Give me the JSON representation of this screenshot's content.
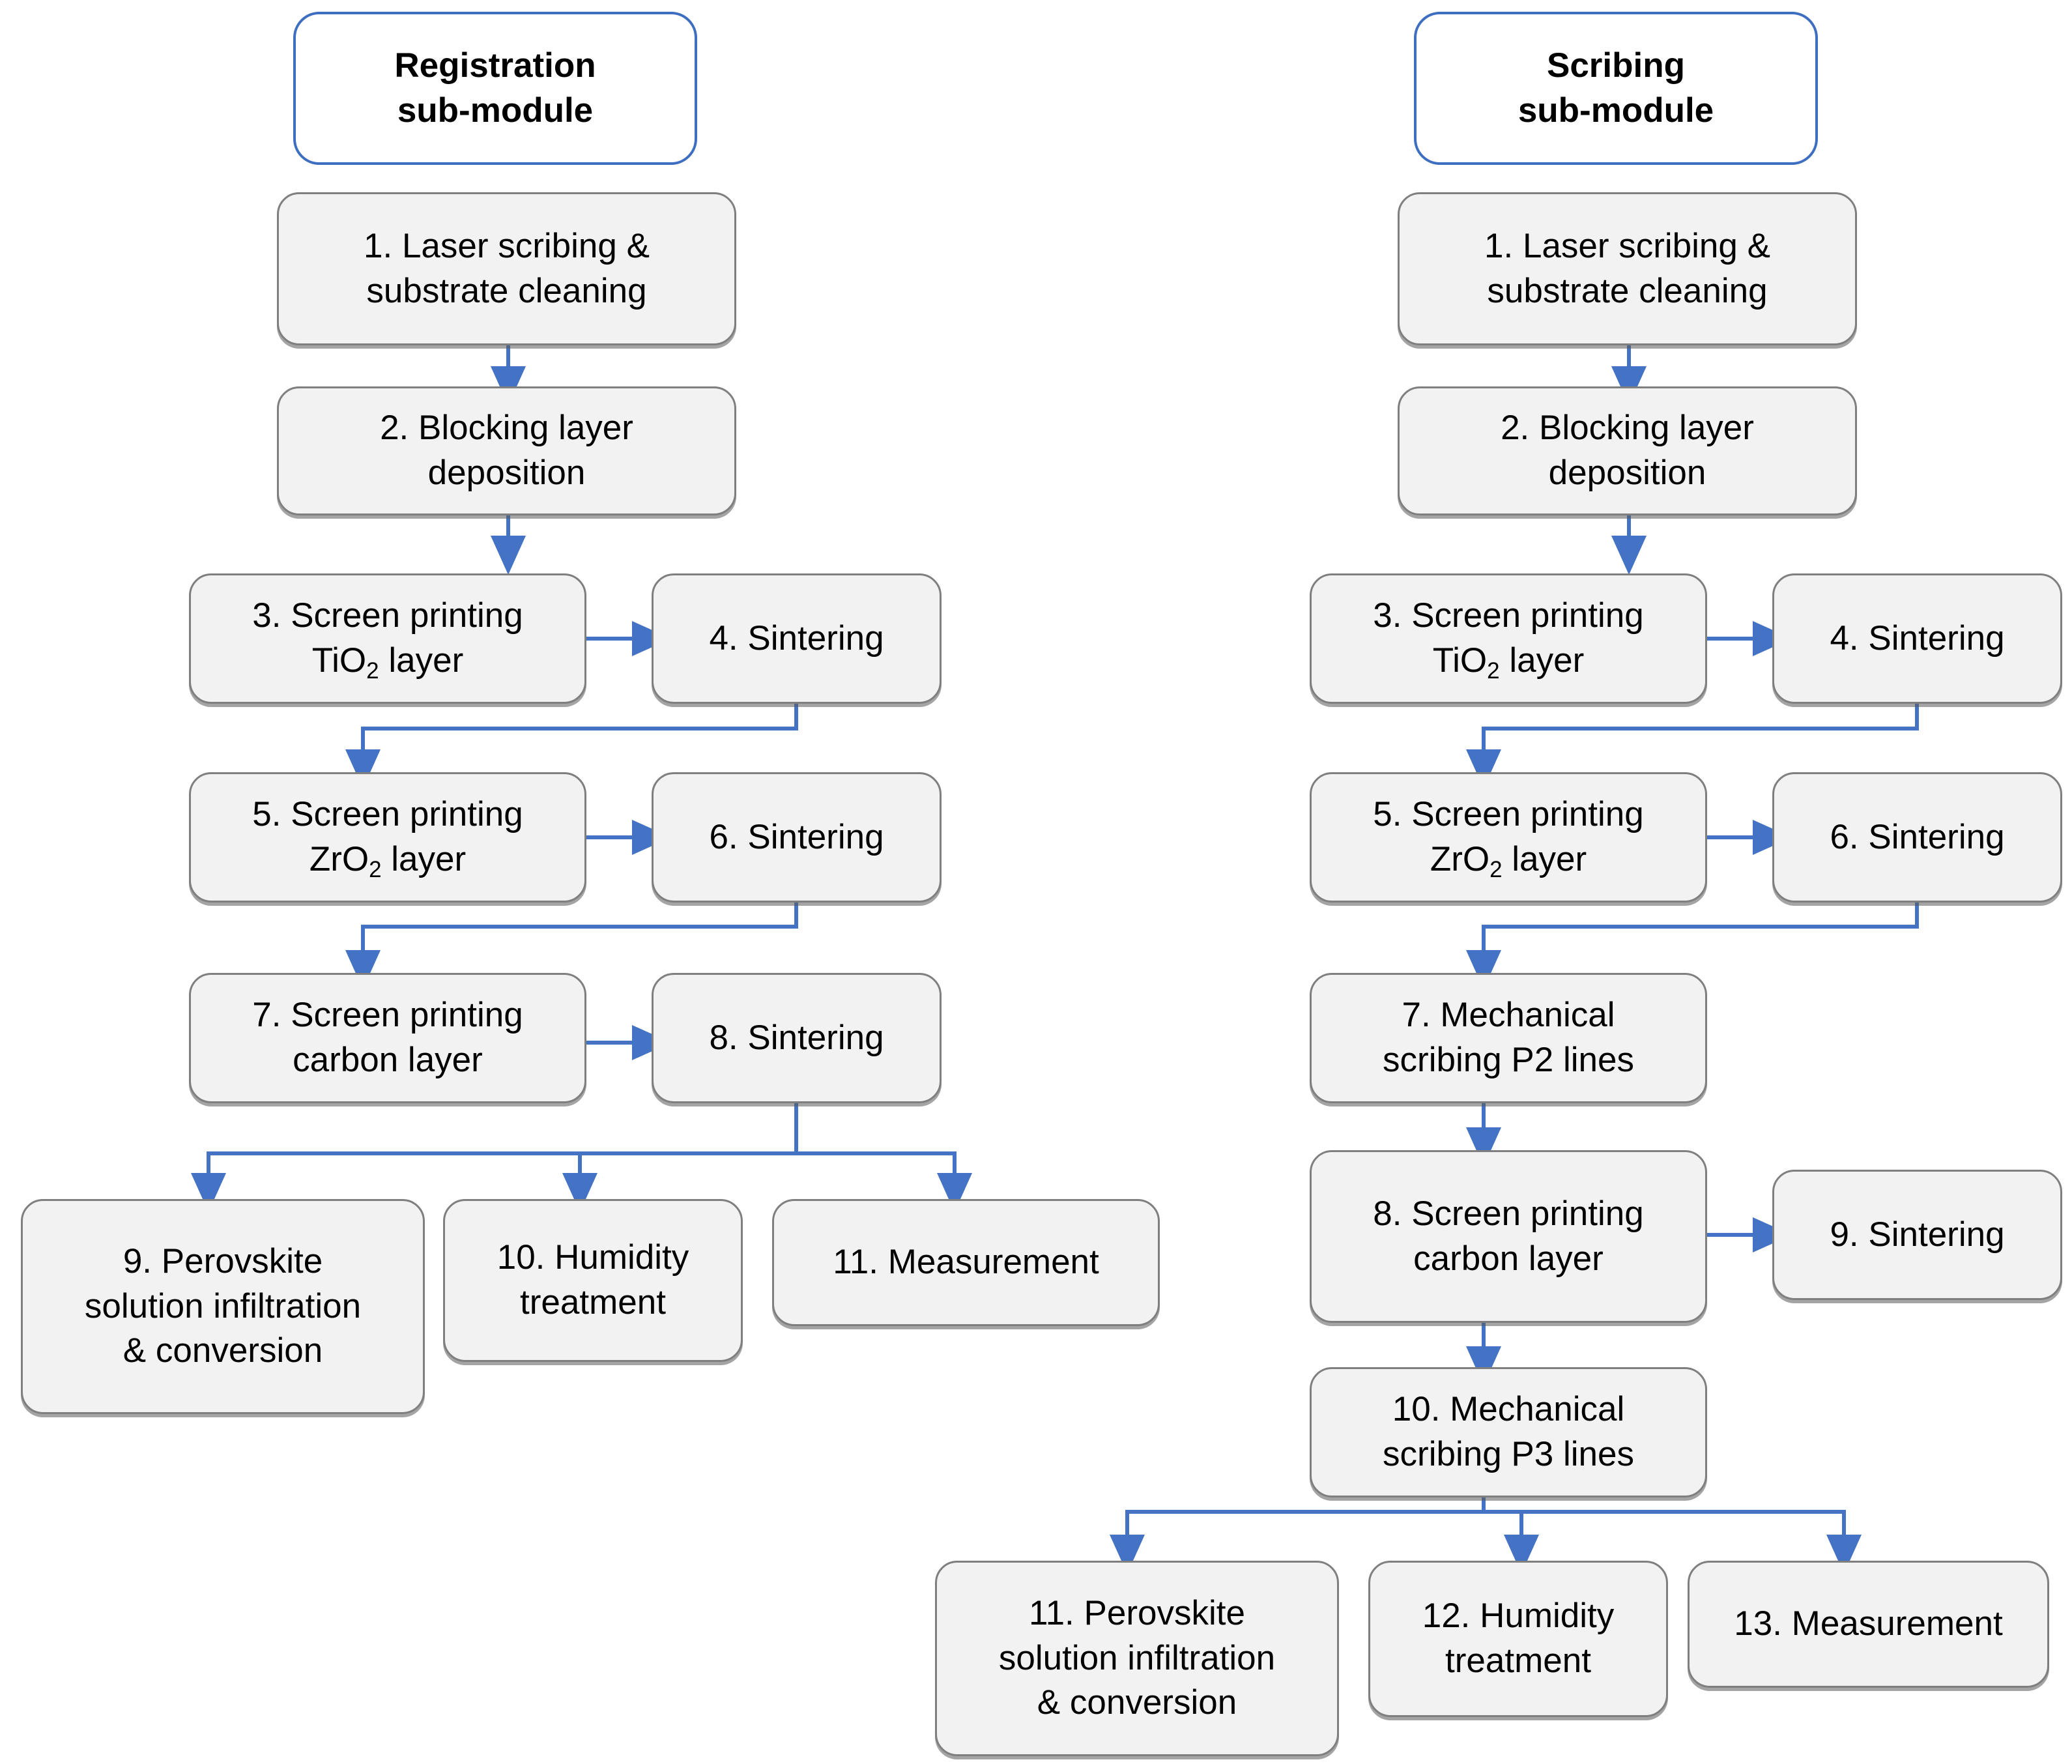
{
  "diagram": {
    "title": "Fabrication process flowcharts for registration and scribing sub-modules",
    "colors": {
      "node_fill": "#F2F2F2",
      "node_border": "#7F7F7F",
      "header_border": "#3D6EBF",
      "connector": "#4472C4",
      "text": "#000000",
      "background": "#FFFFFF"
    }
  },
  "columns": [
    {
      "id": "registration",
      "header": {
        "label": "Registration\nsub-module"
      },
      "steps": [
        {
          "id": "reg-1",
          "number": "1.",
          "label": "1.   Laser scribing &\nsubstrate cleaning"
        },
        {
          "id": "reg-2",
          "number": "2.",
          "label": "2. Blocking layer\ndeposition"
        },
        {
          "id": "reg-3",
          "number": "3.",
          "label": "3. Screen printing\nTiO2 layer",
          "label_html": "3. Screen printing<br>TiO<sub>2</sub> layer"
        },
        {
          "id": "reg-4",
          "number": "4.",
          "label": "4. Sintering"
        },
        {
          "id": "reg-5",
          "number": "5.",
          "label": "5. Screen printing\nZrO2 layer",
          "label_html": "5. Screen printing<br>ZrO<sub>2</sub> layer"
        },
        {
          "id": "reg-6",
          "number": "6.",
          "label": "6. Sintering"
        },
        {
          "id": "reg-7",
          "number": "7.",
          "label": "7. Screen printing\ncarbon layer"
        },
        {
          "id": "reg-8",
          "number": "8.",
          "label": "8. Sintering"
        },
        {
          "id": "reg-9",
          "number": "9.",
          "label": "9. Perovskite\nsolution infiltration\n& conversion"
        },
        {
          "id": "reg-10",
          "number": "10.",
          "label": "10. Humidity\ntreatment"
        },
        {
          "id": "reg-11",
          "number": "11.",
          "label": "11. Measurement"
        }
      ]
    },
    {
      "id": "scribing",
      "header": {
        "label": "Scribing\nsub-module"
      },
      "steps": [
        {
          "id": "scr-1",
          "number": "1.",
          "label": "1.   Laser scribing &\nsubstrate cleaning"
        },
        {
          "id": "scr-2",
          "number": "2.",
          "label": "2. Blocking layer\ndeposition"
        },
        {
          "id": "scr-3",
          "number": "3.",
          "label": "3. Screen printing\nTiO2 layer",
          "label_html": "3. Screen printing<br>TiO<sub>2</sub> layer"
        },
        {
          "id": "scr-4",
          "number": "4.",
          "label": "4. Sintering"
        },
        {
          "id": "scr-5",
          "number": "5.",
          "label": "5. Screen printing\nZrO2 layer",
          "label_html": "5. Screen printing<br>ZrO<sub>2</sub> layer"
        },
        {
          "id": "scr-6",
          "number": "6.",
          "label": "6. Sintering"
        },
        {
          "id": "scr-7",
          "number": "7.",
          "label": "7. Mechanical\nscribing P2 lines"
        },
        {
          "id": "scr-8",
          "number": "8.",
          "label": "8. Screen printing\ncarbon layer"
        },
        {
          "id": "scr-9",
          "number": "9.",
          "label": "9. Sintering"
        },
        {
          "id": "scr-10",
          "number": "10.",
          "label": "10. Mechanical\nscribing P3 lines"
        },
        {
          "id": "scr-11",
          "number": "11.",
          "label": "11. Perovskite\nsolution infiltration\n& conversion"
        },
        {
          "id": "scr-12",
          "number": "12.",
          "label": "12. Humidity\ntreatment"
        },
        {
          "id": "scr-13",
          "number": "13.",
          "label": "13. Measurement"
        }
      ]
    }
  ],
  "edges": [
    {
      "from": "reg-header",
      "to": "reg-1",
      "type": "none"
    },
    {
      "from": "reg-1",
      "to": "reg-2",
      "type": "down"
    },
    {
      "from": "reg-2",
      "to": "reg-3",
      "type": "down"
    },
    {
      "from": "reg-3",
      "to": "reg-4",
      "type": "right"
    },
    {
      "from": "reg-4",
      "to": "reg-5",
      "type": "down-left-down"
    },
    {
      "from": "reg-5",
      "to": "reg-6",
      "type": "right"
    },
    {
      "from": "reg-6",
      "to": "reg-7",
      "type": "down-left-down"
    },
    {
      "from": "reg-7",
      "to": "reg-8",
      "type": "right"
    },
    {
      "from": "reg-8",
      "to": "reg-9",
      "type": "fanout"
    },
    {
      "from": "reg-8",
      "to": "reg-10",
      "type": "fanout"
    },
    {
      "from": "reg-8",
      "to": "reg-11",
      "type": "fanout"
    },
    {
      "from": "scr-header",
      "to": "scr-1",
      "type": "none"
    },
    {
      "from": "scr-1",
      "to": "scr-2",
      "type": "down"
    },
    {
      "from": "scr-2",
      "to": "scr-3",
      "type": "down"
    },
    {
      "from": "scr-3",
      "to": "scr-4",
      "type": "right"
    },
    {
      "from": "scr-4",
      "to": "scr-5",
      "type": "down-left-down"
    },
    {
      "from": "scr-5",
      "to": "scr-6",
      "type": "right"
    },
    {
      "from": "scr-6",
      "to": "scr-7",
      "type": "down-left-down"
    },
    {
      "from": "scr-7",
      "to": "scr-8",
      "type": "down"
    },
    {
      "from": "scr-8",
      "to": "scr-9",
      "type": "right"
    },
    {
      "from": "scr-8",
      "to": "scr-10",
      "type": "down"
    },
    {
      "from": "scr-10",
      "to": "scr-11",
      "type": "fanout"
    },
    {
      "from": "scr-10",
      "to": "scr-12",
      "type": "fanout"
    },
    {
      "from": "scr-10",
      "to": "scr-13",
      "type": "fanout"
    }
  ]
}
